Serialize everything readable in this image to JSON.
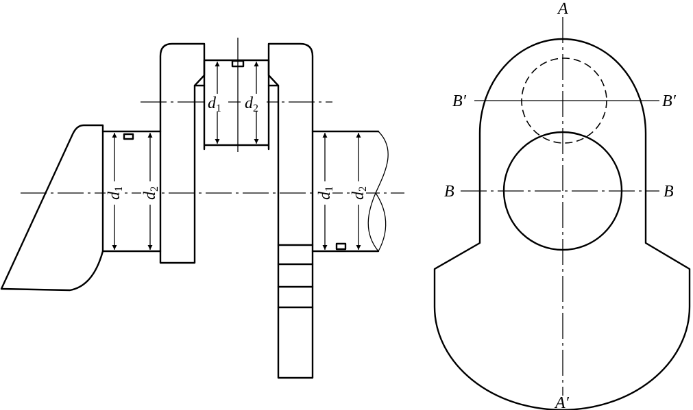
{
  "labels": {
    "d": "d",
    "sub1": "1",
    "sub2": "2",
    "A": "A",
    "A_prime": "A′",
    "B": "B",
    "B_prime": "B′"
  }
}
